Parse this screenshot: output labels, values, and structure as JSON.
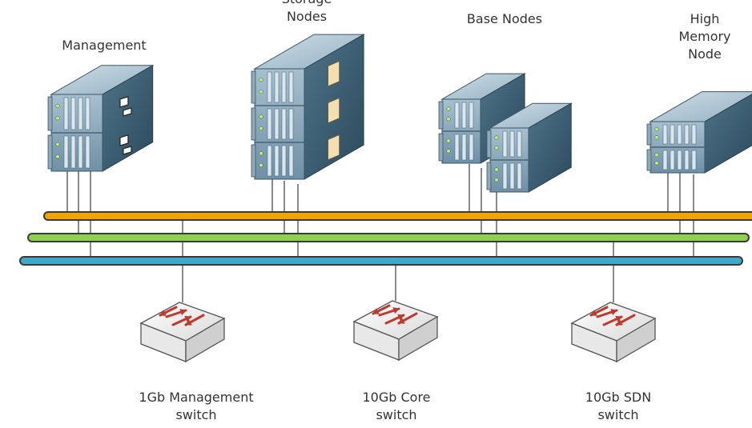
{
  "diagram": {
    "node_groups": [
      {
        "id": "management",
        "label_lines": [
          "Management"
        ],
        "color_hint": "#6f95ad"
      },
      {
        "id": "storage",
        "label_lines": [
          "Storage",
          "Nodes"
        ],
        "color_hint": "#6f95ad"
      },
      {
        "id": "base",
        "label_lines": [
          "Base Nodes"
        ],
        "color_hint": "#6f95ad"
      },
      {
        "id": "high-memory",
        "label_lines": [
          "High",
          "Memory",
          "Node"
        ],
        "color_hint": "#6f95ad"
      }
    ],
    "buses": [
      {
        "id": "orange-bus",
        "color": "#f0a400"
      },
      {
        "id": "green-bus",
        "color": "#8fd14f"
      },
      {
        "id": "blue-bus",
        "color": "#3fa9c9"
      }
    ],
    "switches": [
      {
        "id": "mgmt-switch",
        "label_lines": [
          "1Gb Management",
          "switch"
        ],
        "arrow_color": "#c0392b"
      },
      {
        "id": "core-switch",
        "label_lines": [
          "10Gb Core",
          "switch"
        ],
        "arrow_color": "#c0392b"
      },
      {
        "id": "sdn-switch",
        "label_lines": [
          "10Gb SDN",
          "switch"
        ],
        "arrow_color": "#c0392b"
      }
    ]
  }
}
